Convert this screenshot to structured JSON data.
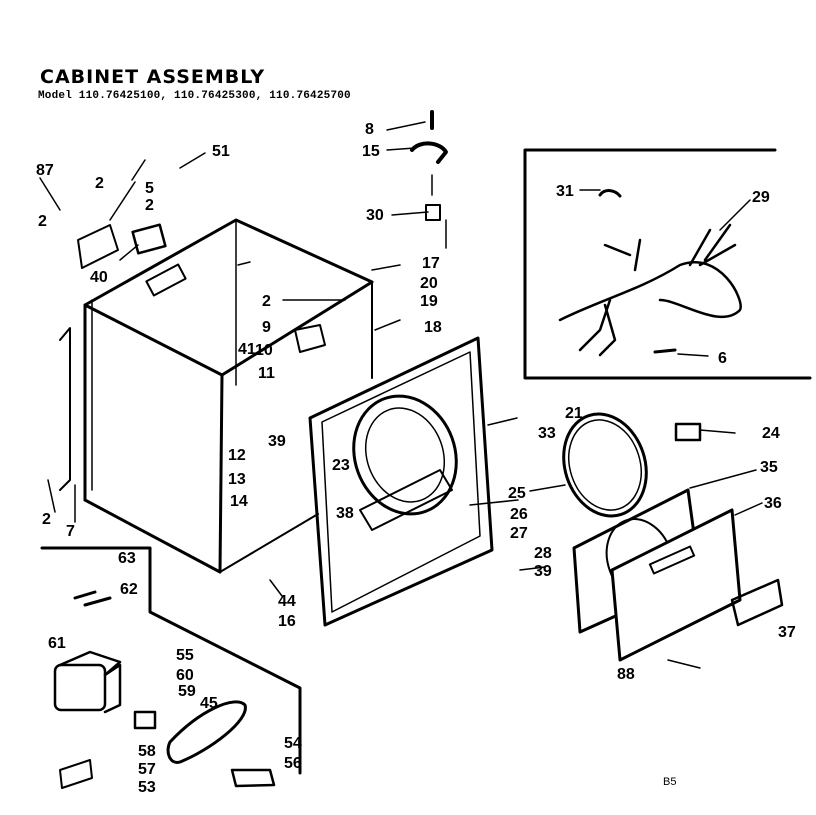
{
  "title": "CABINET ASSEMBLY",
  "model_line": "Model 110.76425100, 110.76425300, 110.76425700",
  "page_code": "B5",
  "callouts": [
    "87",
    "2",
    "5",
    "2",
    "51",
    "2",
    "40",
    "41",
    "8",
    "15",
    "30",
    "17",
    "20",
    "19",
    "18",
    "2",
    "9",
    "10",
    "11",
    "12",
    "39",
    "13",
    "14",
    "2",
    "7",
    "23",
    "38",
    "21",
    "33",
    "24",
    "25",
    "26",
    "27",
    "28",
    "39",
    "35",
    "36",
    "37",
    "88",
    "44",
    "16",
    "63",
    "62",
    "61",
    "55",
    "60",
    "59",
    "45",
    "54",
    "56",
    "58",
    "57",
    "53",
    "31",
    "29",
    "6"
  ]
}
